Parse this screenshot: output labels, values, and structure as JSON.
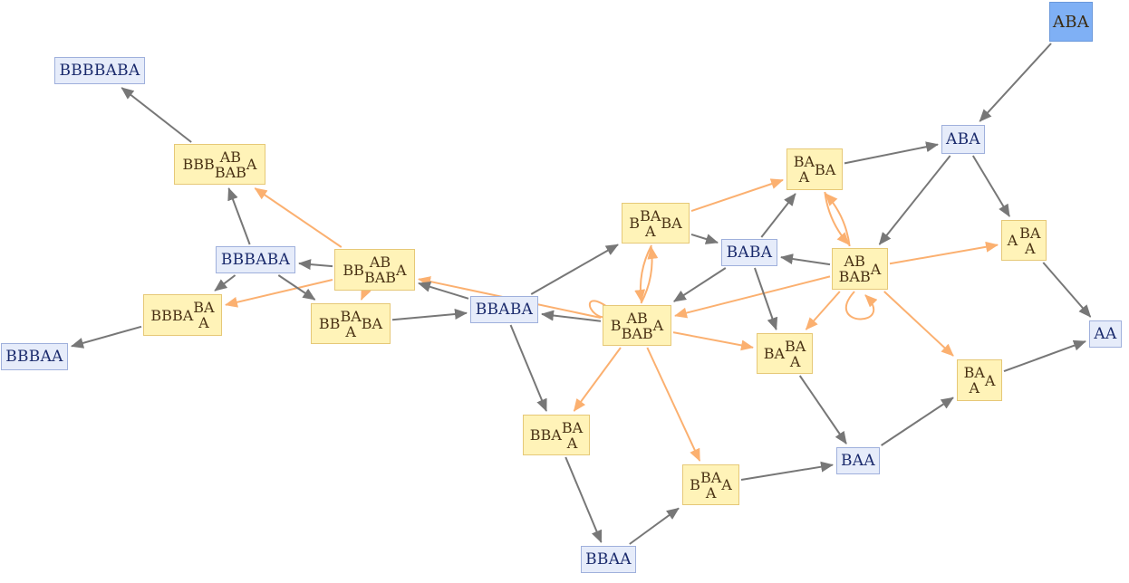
{
  "nodes": {
    "aba_start": "ABA",
    "aba": "ABA",
    "aa": "AA",
    "baa": "BAA",
    "bbaa": "BBAA",
    "baba": "BABA",
    "bbaba": "BBABA",
    "bbbaba": "BBBABA",
    "bbbbaba": "BBBBABA",
    "bbbaa": "BBBAA",
    "e_ba_a_ba": {
      "top": "BA",
      "bottom": "A",
      "suffix": "BA"
    },
    "e_a_ba_a": {
      "prefix": "A",
      "top": "BA",
      "bottom": "A"
    },
    "e_ab_bab_a": {
      "top": "AB",
      "bottom": "BAB",
      "suffix": "A"
    },
    "e_b_ba_a_ba": {
      "prefix": "B",
      "top": "BA",
      "bottom": "A",
      "suffix": "BA"
    },
    "e_b_ab_bab_a": {
      "prefix": "B",
      "top": "AB",
      "bottom": "BAB",
      "suffix": "A"
    },
    "e_ba_ba_a": {
      "prefix": "BA",
      "top": "BA",
      "bottom": "A"
    },
    "e_ba_a_a": {
      "top": "BA",
      "bottom": "A",
      "suffix": "A"
    },
    "e_bba_ba_a": {
      "prefix": "BBA",
      "top": "BA",
      "bottom": "A"
    },
    "e_b_ba_a_a": {
      "prefix": "B",
      "top": "BA",
      "bottom": "A",
      "suffix": "A"
    },
    "e_bbb_ab_bab_a": {
      "prefix": "BBB",
      "top": "AB",
      "bottom": "BAB",
      "suffix": "A"
    },
    "e_bb_ab_bab_a": {
      "prefix": "BB",
      "top": "AB",
      "bottom": "BAB",
      "suffix": "A"
    },
    "e_bb_ba_a_ba": {
      "prefix": "BB",
      "top": "BA",
      "bottom": "A",
      "suffix": "BA"
    },
    "e_bbba_ba_a": {
      "prefix": "BBBA",
      "top": "BA",
      "bottom": "A"
    }
  },
  "colors": {
    "state_fill": "#e6ecfa",
    "state_border": "#9fb0dc",
    "state_text": "#1a2a6c",
    "start_fill": "#7fb0f5",
    "event_fill": "#fff3b8",
    "event_border": "#e6c877",
    "event_text": "#4a3214",
    "gray_edge": "#777777",
    "orange_edge": "#fbb070"
  },
  "edges": [
    {
      "from": "aba_start",
      "to": "aba",
      "kind": "gray"
    },
    {
      "from": "aba",
      "to": "e_a_ba_a",
      "kind": "gray"
    },
    {
      "from": "aba",
      "to": "e_ab_bab_a",
      "kind": "gray"
    },
    {
      "from": "e_ba_a_ba",
      "to": "aba",
      "kind": "gray"
    },
    {
      "from": "e_a_ba_a",
      "to": "aa",
      "kind": "gray"
    },
    {
      "from": "e_ba_a_a",
      "to": "aa",
      "kind": "gray"
    },
    {
      "from": "e_ab_bab_a",
      "to": "e_a_ba_a",
      "kind": "orange"
    },
    {
      "from": "e_ab_bab_a",
      "to": "e_ba_a_a",
      "kind": "orange"
    },
    {
      "from": "e_ab_bab_a",
      "to": "baba",
      "kind": "gray"
    },
    {
      "from": "e_ab_bab_a",
      "to": "e_ba_ba_a",
      "kind": "orange"
    },
    {
      "from": "e_ab_bab_a",
      "to": "e_b_ab_bab_a",
      "kind": "orange"
    },
    {
      "from": "e_ab_bab_a",
      "to": "e_ba_a_ba",
      "kind": "orange"
    },
    {
      "from": "e_ba_a_ba",
      "to": "e_ab_bab_a",
      "kind": "orange"
    },
    {
      "from": "e_ab_bab_a",
      "to": "e_ab_bab_a",
      "kind": "orange",
      "self": true
    },
    {
      "from": "baba",
      "to": "e_ba_a_ba",
      "kind": "gray"
    },
    {
      "from": "baba",
      "to": "e_b_ab_bab_a",
      "kind": "gray"
    },
    {
      "from": "baba",
      "to": "e_ba_ba_a",
      "kind": "gray"
    },
    {
      "from": "e_b_ba_a_ba",
      "to": "baba",
      "kind": "gray"
    },
    {
      "from": "e_b_ba_a_ba",
      "to": "e_ba_a_ba",
      "kind": "orange"
    },
    {
      "from": "e_b_ba_a_ba",
      "to": "e_b_ab_bab_a",
      "kind": "orange"
    },
    {
      "from": "e_b_ab_bab_a",
      "to": "e_b_ba_a_ba",
      "kind": "orange"
    },
    {
      "from": "e_b_ab_bab_a",
      "to": "e_b_ab_bab_a",
      "kind": "orange",
      "self": true
    },
    {
      "from": "e_b_ab_bab_a",
      "to": "bbaba",
      "kind": "gray"
    },
    {
      "from": "e_b_ab_bab_a",
      "to": "e_ba_ba_a",
      "kind": "orange"
    },
    {
      "from": "e_b_ab_bab_a",
      "to": "e_bba_ba_a",
      "kind": "orange"
    },
    {
      "from": "e_b_ab_bab_a",
      "to": "e_b_ba_a_a",
      "kind": "orange"
    },
    {
      "from": "e_b_ab_bab_a",
      "to": "e_bb_ab_bab_a",
      "kind": "orange"
    },
    {
      "from": "bbaba",
      "to": "e_b_ba_a_ba",
      "kind": "gray"
    },
    {
      "from": "bbaba",
      "to": "e_bb_ab_bab_a",
      "kind": "gray"
    },
    {
      "from": "bbaba",
      "to": "e_bba_ba_a",
      "kind": "gray"
    },
    {
      "from": "e_bb_ba_a_ba",
      "to": "bbaba",
      "kind": "gray"
    },
    {
      "from": "e_ba_ba_a",
      "to": "baa",
      "kind": "gray"
    },
    {
      "from": "e_b_ba_a_a",
      "to": "baa",
      "kind": "gray"
    },
    {
      "from": "baa",
      "to": "e_ba_a_a",
      "kind": "gray"
    },
    {
      "from": "e_bba_ba_a",
      "to": "bbaa",
      "kind": "gray"
    },
    {
      "from": "bbaa",
      "to": "e_b_ba_a_a",
      "kind": "gray"
    },
    {
      "from": "e_bb_ab_bab_a",
      "to": "bbbaba",
      "kind": "gray"
    },
    {
      "from": "e_bb_ab_bab_a",
      "to": "e_bbb_ab_bab_a",
      "kind": "orange"
    },
    {
      "from": "e_bb_ab_bab_a",
      "to": "e_bbba_ba_a",
      "kind": "orange"
    },
    {
      "from": "e_bb_ab_bab_a",
      "to": "e_bb_ba_a_ba",
      "kind": "orange"
    },
    {
      "from": "bbbaba",
      "to": "e_bbb_ab_bab_a",
      "kind": "gray"
    },
    {
      "from": "bbbaba",
      "to": "e_bbba_ba_a",
      "kind": "gray"
    },
    {
      "from": "bbbaba",
      "to": "e_bb_ba_a_ba",
      "kind": "gray"
    },
    {
      "from": "e_bbb_ab_bab_a",
      "to": "bbbbaba",
      "kind": "gray"
    },
    {
      "from": "e_bbba_ba_a",
      "to": "bbbaa",
      "kind": "gray"
    }
  ]
}
